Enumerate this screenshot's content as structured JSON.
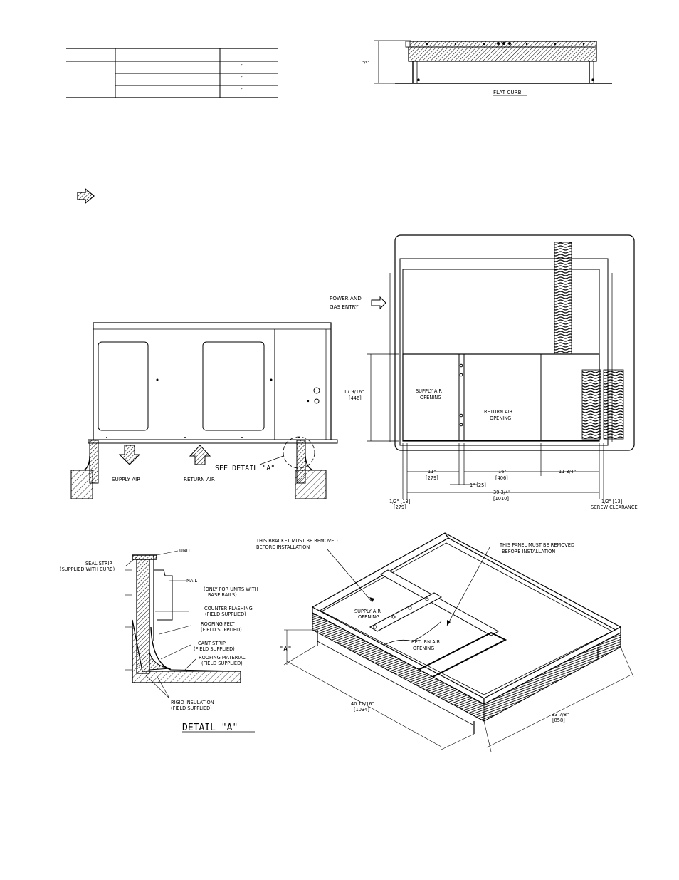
{
  "table": {
    "rows": [
      {
        "mark": "″"
      },
      {
        "mark": "″"
      },
      {
        "mark": "″"
      }
    ]
  },
  "flat_curb": {
    "caption": "FLAT CURB",
    "dim_label": "\"A\""
  },
  "elevation": {
    "supply_air": "SUPPLY AIR",
    "return_air": "RETURN AIR",
    "see_detail": "SEE DETAIL \"A\""
  },
  "plan": {
    "power_entry_line1": "POWER AND",
    "power_entry_line2": "GAS ENTRY",
    "supply_opening_line1": "SUPPLY AIR",
    "supply_opening_line2": "OPENING",
    "return_opening_line1": "RETURN AIR",
    "return_opening_line2": "OPENING",
    "dim_height": "17 9/16\"",
    "dim_height_mm": "[446]",
    "dim_11": "11\"",
    "dim_11_mm": "[279]",
    "dim_16": "16\"",
    "dim_16_mm": "[406]",
    "dim_11_34": "11 3/4\"",
    "dim_1": "1\"  [25]",
    "dim_39": "39 3/4\"",
    "dim_39_mm": "[1010]",
    "dim_half_left": "1/2\"  [13]",
    "dim_half_left_mm": "[279]",
    "dim_half_right": "1/2\"  [13]",
    "screw_clearance": "SCREW CLEARANCE"
  },
  "detail": {
    "unit": "UNIT",
    "seal_strip_1": "SEAL STRIP",
    "seal_strip_2": "(SUPPLIED WITH CURB)",
    "nail": "NAIL",
    "only_units_1": "(ONLY FOR UNITS WITH",
    "only_units_2": "BASE RAILS)",
    "counter_flash_1": "COUNTER FLASHING",
    "counter_flash_2": "(FIELD SUPPLIED)",
    "roofing_felt_1": "ROOFING FELT",
    "roofing_felt_2": "(FIELD SUPPLIED)",
    "cant_strip_1": "CANT STRIP",
    "cant_strip_2": "(FIELD SUPPLIED)",
    "roofing_mat_1": "ROOFING MATERIAL",
    "roofing_mat_2": "(FIELD SUPPLIED)",
    "rigid_ins_1": "RIGID INSULATION",
    "rigid_ins_2": "(FIELD SUPPLIED)",
    "title": "DETAIL \"A\""
  },
  "iso": {
    "bracket_1": "THIS BRACKET MUST BE REMOVED",
    "bracket_2": "BEFORE INSTALLATION",
    "panel_1": "THIS PANEL MUST BE REMOVED",
    "panel_2": "BEFORE INSTALLATION",
    "supply_1": "SUPPLY AIR",
    "supply_2": "OPENING",
    "return_1": "RETURN AIR",
    "return_2": "OPENING",
    "dim_a": "\"A\"",
    "dim_len": "40 11/16\"",
    "dim_len_mm": "[1034]",
    "dim_wid": "33 7/8\"",
    "dim_wid_mm": "[858]"
  },
  "icons": [
    "arrow-right-outline-icon",
    "supply-air-down-arrow-icon",
    "return-air-up-arrow-icon"
  ]
}
